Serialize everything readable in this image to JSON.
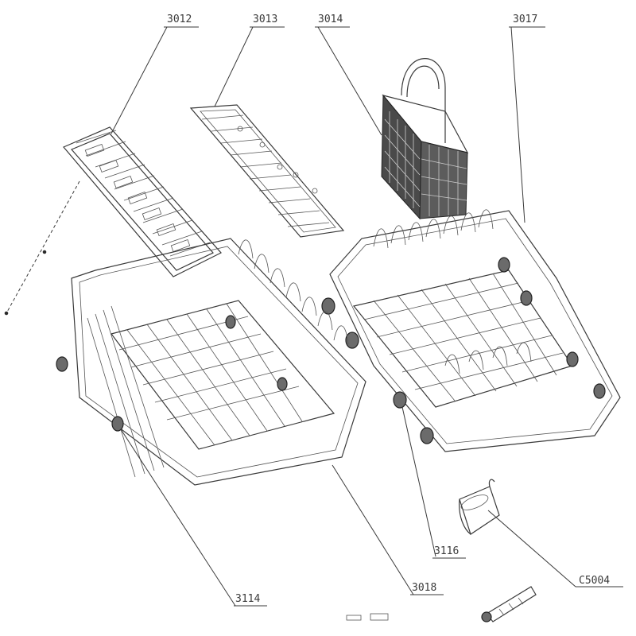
{
  "diagram": {
    "callouts": [
      {
        "id": "3012",
        "text": "3012"
      },
      {
        "id": "3013",
        "text": "3013"
      },
      {
        "id": "3014",
        "text": "3014"
      },
      {
        "id": "3017",
        "text": "3017"
      },
      {
        "id": "3116",
        "text": "3116"
      },
      {
        "id": "C5004",
        "text": "C5004"
      },
      {
        "id": "3114",
        "text": "3114"
      },
      {
        "id": "3018",
        "text": "3018"
      }
    ]
  }
}
